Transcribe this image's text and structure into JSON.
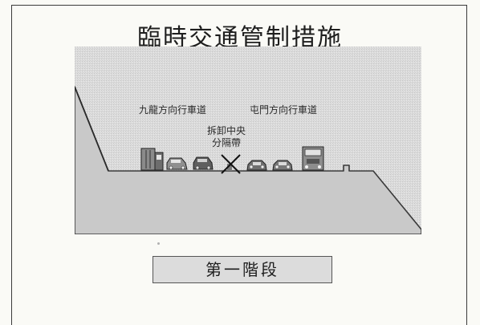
{
  "title": "臨時交通管制措施",
  "labels": {
    "left_direction": "九龍方向行車道",
    "right_direction": "屯門方向行車道",
    "median_line1": "拆卸中央",
    "median_line2": "分隔帶"
  },
  "stage_label": "第一階段",
  "colors": {
    "background": "#fafaf6",
    "scene_shade": "#d9d9d9",
    "stage_box": "#dcdcdc",
    "ink": "#1e1e1e"
  },
  "icons": [
    "truck-icon",
    "car-icon",
    "car-icon",
    "remove-cross-icon",
    "car-icon",
    "car-icon",
    "truck-front-icon"
  ]
}
